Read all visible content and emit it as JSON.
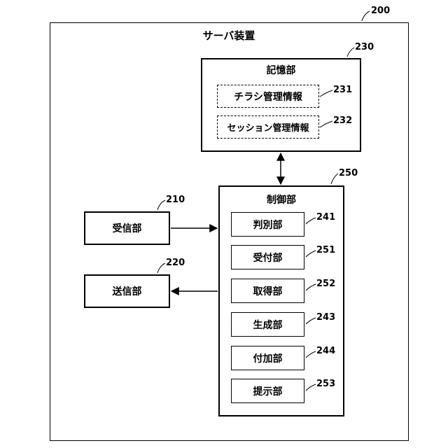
{
  "diagram": {
    "outer": {
      "ref": "200",
      "title": "サーバ装置"
    },
    "storage": {
      "ref": "230",
      "title": "記憶部",
      "items": [
        {
          "label": "チラシ管理情報",
          "ref": "231"
        },
        {
          "label": "セッション管理情報",
          "ref": "232"
        }
      ]
    },
    "control": {
      "ref": "250",
      "title": "制御部",
      "items": [
        {
          "label": "判別部",
          "ref": "241"
        },
        {
          "label": "受付部",
          "ref": "251"
        },
        {
          "label": "取得部",
          "ref": "252"
        },
        {
          "label": "生成部",
          "ref": "243"
        },
        {
          "label": "付加部",
          "ref": "244"
        },
        {
          "label": "提示部",
          "ref": "253"
        }
      ]
    },
    "receiver": {
      "label": "受信部",
      "ref": "210"
    },
    "sender": {
      "label": "送信部",
      "ref": "220"
    }
  }
}
